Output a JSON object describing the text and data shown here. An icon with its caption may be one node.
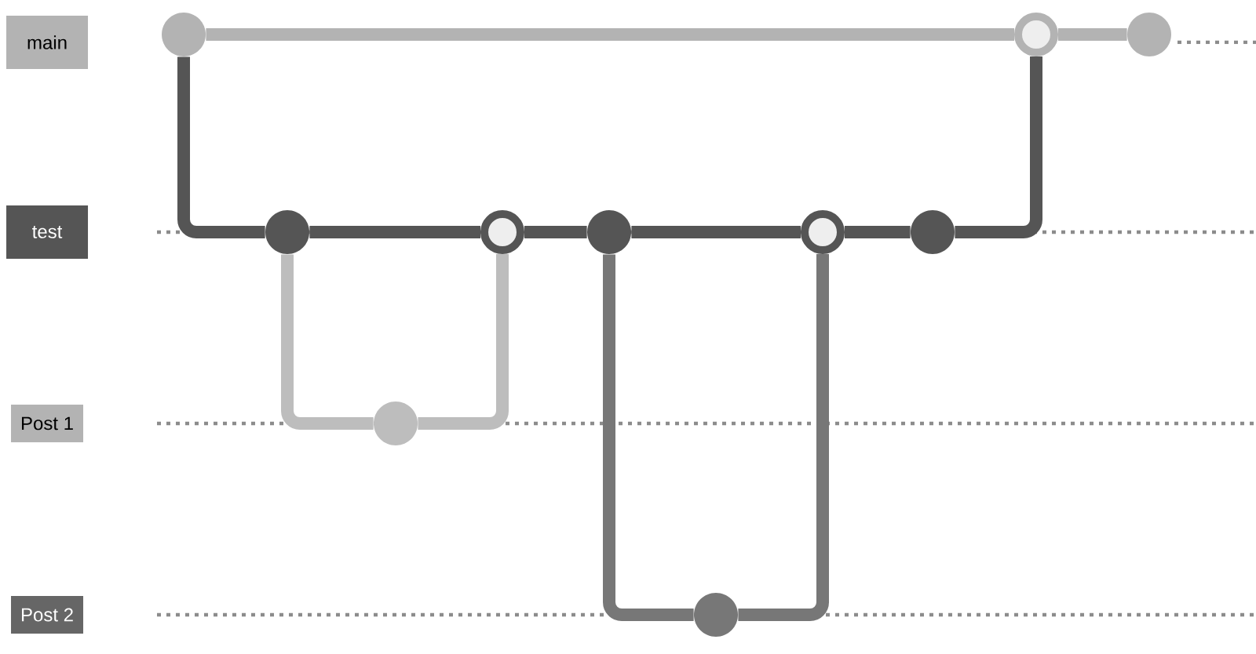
{
  "diagram": {
    "nodes": [
      {
        "text": [],
        "shape": "circle"
      },
      {
        "text": [],
        "shape": "circle"
      },
      {
        "text": [],
        "shape": "circle"
      },
      {
        "text": [],
        "shape": "circle"
      },
      {
        "text": [],
        "shape": "circle"
      },
      {
        "text": [],
        "shape": "circle"
      },
      {
        "text": [],
        "shape": "circle"
      },
      {
        "text": [],
        "shape": "circle"
      },
      {
        "text": [],
        "shape": "circle"
      },
      {
        "text": [],
        "shape": "circle"
      }
    ],
    "edges": [
      {
        "from": 0,
        "to": 1,
        "arrow": "none",
        "color": "#b3b3b3"
      },
      {
        "from": 1,
        "to": 2,
        "arrow": "none",
        "color": "#b3b3b3"
      },
      {
        "from": 0,
        "to": 3,
        "arrow": "none"
      },
      {
        "from": 3,
        "to": 4,
        "arrow": "none"
      },
      {
        "from": 4,
        "to": 5,
        "arrow": "none"
      },
      {
        "from": 5,
        "to": 6,
        "arrow": "none"
      },
      {
        "from": 6,
        "to": 7,
        "arrow": "none"
      },
      {
        "from": 7,
        "to": 1,
        "arrow": "none"
      },
      {
        "from": 3,
        "to": 8,
        "arrow": "none",
        "color": "#bdbdbd"
      },
      {
        "from": 8,
        "to": 4,
        "arrow": "none",
        "color": "#bdbdbd"
      },
      {
        "from": 5,
        "to": 9,
        "arrow": "none",
        "color": "#777777"
      },
      {
        "from": 9,
        "to": 6,
        "arrow": "none",
        "color": "#777777"
      }
    ],
    "labels": [
      "main",
      "test",
      "Post 1",
      "Post 2"
    ]
  }
}
